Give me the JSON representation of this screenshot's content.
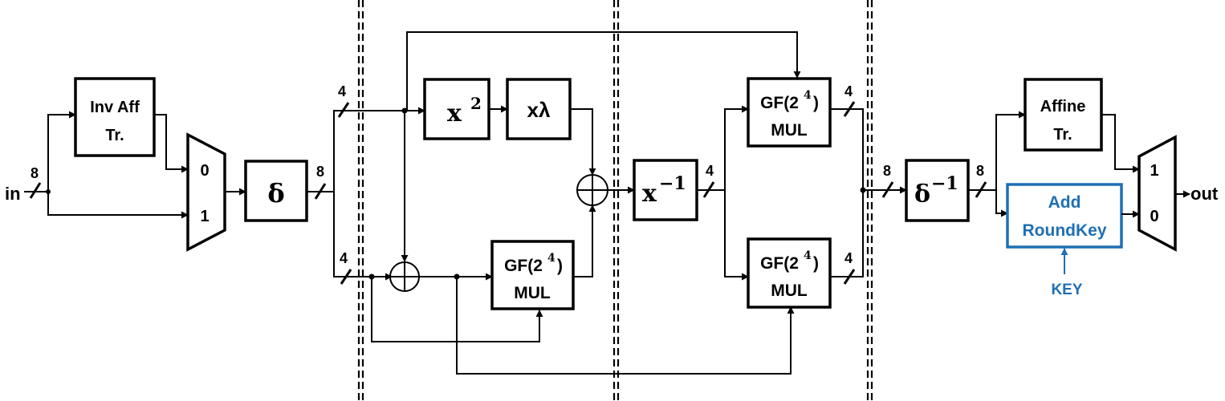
{
  "io": {
    "input": "in",
    "output": "out",
    "key": "KEY"
  },
  "blocks": {
    "inv_aff": [
      "Inv Aff",
      "Tr."
    ],
    "delta": "δ",
    "x_squared": {
      "base": "x",
      "exp": "2"
    },
    "x_lambda": "xλ",
    "x_inverse": {
      "base": "x",
      "exp": "−1"
    },
    "gf_mul": {
      "prefix": "GF(2",
      "exp": "4",
      "suffix": ")",
      "line2": "MUL"
    },
    "delta_inverse": {
      "base": "δ",
      "exp": "−1"
    },
    "affine": [
      "Affine",
      "Tr."
    ],
    "add_roundkey": [
      "Add",
      "RoundKey"
    ]
  },
  "mux_inputs": {
    "top": "0",
    "bottom": "1",
    "out_top": "1",
    "out_bottom": "0"
  },
  "bus_widths": {
    "input": "8",
    "delta_out": "8",
    "upper_nibble": "4",
    "lower_nibble": "4",
    "inv_out": "4",
    "mul_top_out": "4",
    "mul_bottom_out": "4",
    "merge": "8",
    "delta_inv_out": "8"
  },
  "colors": {
    "main": "#000000",
    "accent": "#1f6fb4"
  }
}
